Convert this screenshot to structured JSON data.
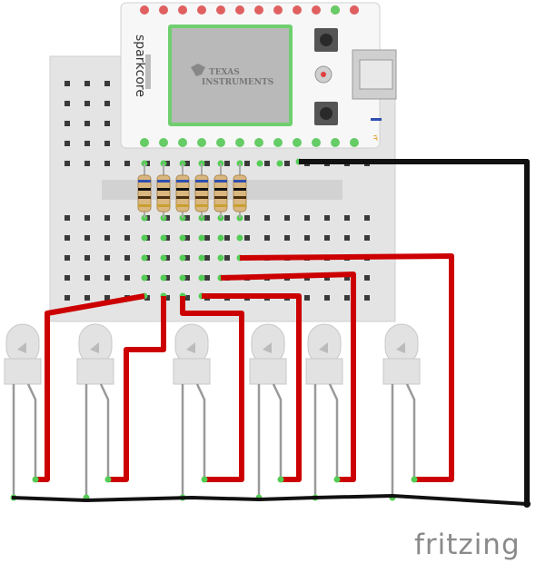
{
  "board": {
    "name": "sparkcore",
    "chip_vendor_line1": "TEXAS",
    "chip_vendor_line2": "INSTRUMENTS"
  },
  "brand": {
    "text": "fritzing"
  },
  "colors": {
    "wire_signal": "#cc0000",
    "wire_ground": "#111111",
    "pin_top": "#e06060",
    "pin_bottom": "#66cc66",
    "breadboard": "#e4e4e4",
    "board_white": "#f7f7f7",
    "chip": "#b9b9b9",
    "chip_border": "#6fcf6f",
    "led": "#e2e2e2",
    "resistor_body": "#d9b77f"
  },
  "components": {
    "resistor_count": 6,
    "led_count": 6,
    "resistor_bands": [
      "#3050b0",
      "#111111",
      "#4a3010",
      "#c9a030"
    ]
  }
}
